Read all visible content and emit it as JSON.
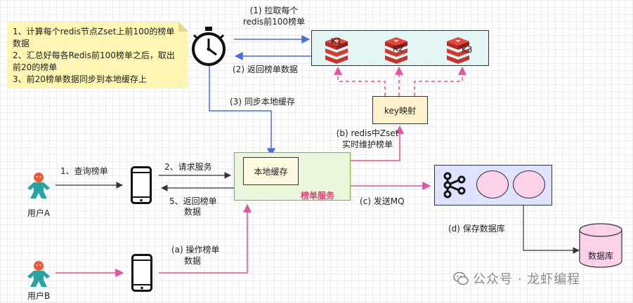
{
  "note": {
    "lines": [
      "1、计算每个redis节点Zset上前100的榜单数据",
      "2、汇总好每各Redis前100榜单之后，取出前20的榜单",
      "3、前20榜单数据同步到本地缓存上"
    ]
  },
  "edges": {
    "e1_line1": "(1) 拉取每个",
    "e1_line2": "redis前100榜单",
    "e2": "(2) 返回榜单数据",
    "e3": "(3) 同步本地缓存",
    "eb_line1": "(b) redis中Zset",
    "eb_line2": "实时维护榜单",
    "ec": "(c) 发送MQ",
    "ed": "(d) 保存数据库",
    "query": "1、查询榜单",
    "request": "2、请求服务",
    "return_line1": "5、返回榜单",
    "return_line2": "数据",
    "ea_line1": "(a) 操作榜单",
    "ea_line2": "数据"
  },
  "nodes": {
    "redis_keys": [
      "K1",
      "K2",
      "K3"
    ],
    "key_map": "key映射",
    "local_cache": "本地缓存",
    "rank_service": "榜单服务",
    "database": "数据库",
    "user_a": "用户A",
    "user_b": "用户B"
  },
  "watermark": "公众号 · 龙虾编程",
  "colors": {
    "blue": "#4a6fd8",
    "pink": "#e0559b",
    "note": "#fff6b3",
    "redis_box": "#e4f5f5",
    "rank_service": "#ebf7dd",
    "mq_box": "#dfe3ff",
    "user": "#2aa3a3",
    "user_head": "#f05a3a"
  }
}
